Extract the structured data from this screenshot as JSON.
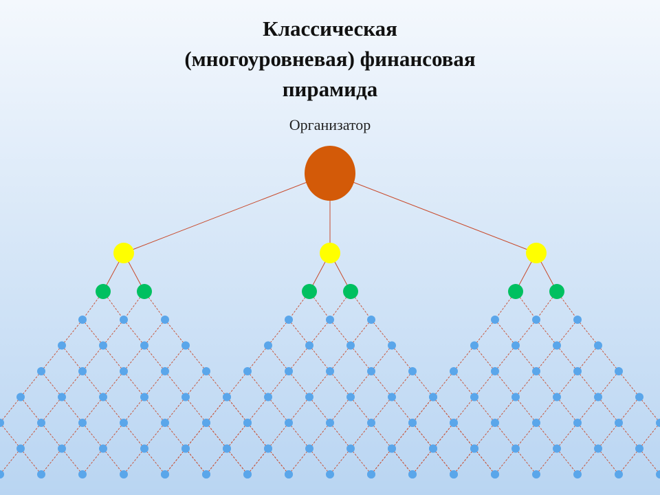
{
  "title": {
    "line1": "Классическая",
    "line2": "(многоуровневая) финансовая",
    "line3": "пирамида"
  },
  "organizer_label": "Организатор",
  "colors": {
    "organizer": "#d35a08",
    "level1": "#ffff00",
    "level2": "#00c060",
    "member": "#5aa6ea",
    "link": "#c8492a"
  },
  "structure": {
    "branches": 3,
    "level2_per_level1": 2,
    "member_rows": 7
  }
}
